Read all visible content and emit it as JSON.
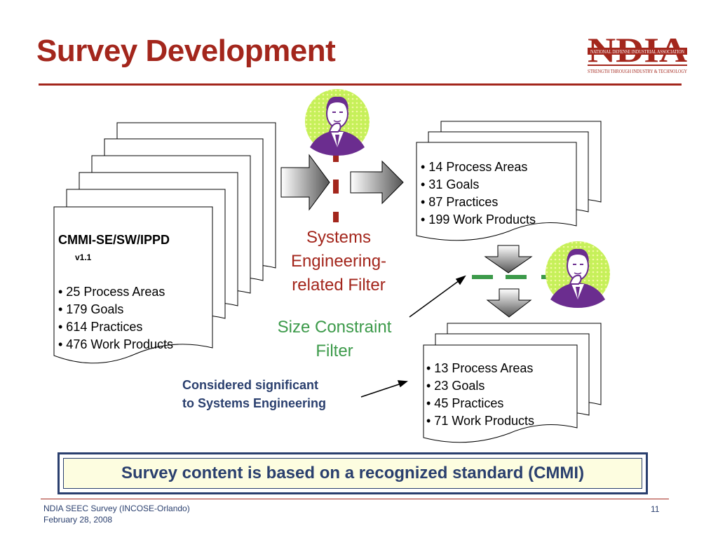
{
  "slide": {
    "title": "Survey Development",
    "logo": {
      "text": "NDIA",
      "line1": "NATIONAL DEFENSE INDUSTRIAL ASSOCIATION",
      "line2": "STRENGTH THROUGH INDUSTRY & TECHNOLOGY",
      "color": "#a3261c"
    }
  },
  "source_doc": {
    "title": "CMMI-SE/SW/IPPD",
    "version": "v1.1",
    "items": [
      "•    25  Process Areas",
      "•  179  Goals",
      "•  614  Practices",
      "•  476  Work Products"
    ]
  },
  "filter1": {
    "label_lines": [
      "Systems",
      "Engineering-",
      "related Filter"
    ]
  },
  "mid_doc": {
    "items": [
      "•   14  Process Areas",
      "•   31  Goals",
      "•   87  Practices",
      "• 199  Work Products"
    ]
  },
  "filter2": {
    "label_lines": [
      "Size Constraint",
      "Filter"
    ]
  },
  "final_doc": {
    "items": [
      "• 13  Process Areas",
      "• 23  Goals",
      "• 45  Practices",
      "• 71  Work Products"
    ]
  },
  "callout": {
    "lines": [
      "Considered significant",
      "to Systems Engineering"
    ]
  },
  "banner": "Survey content is based on a recognized standard (CMMI)",
  "footer": {
    "line1": "NDIA SEEC Survey (INCOSE-Orlando)",
    "line2": "February 28, 2008",
    "page": "11"
  },
  "colors": {
    "title": "#a3261c",
    "systems_filter": "#a3261c",
    "size_filter": "#3c9a4a",
    "navy": "#2a3f6e",
    "person_suit": "#6b2d8f",
    "person_bg": "#c6f05a"
  }
}
